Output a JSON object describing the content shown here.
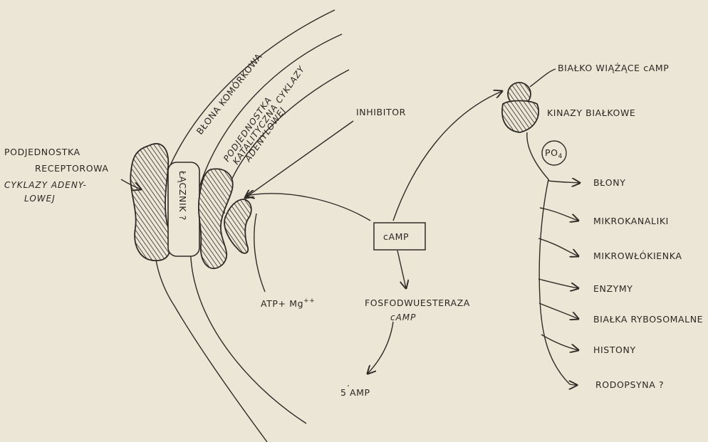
{
  "labels": {
    "cell_membrane": "BŁONA KOMÓRKOWA",
    "catalytic_subunit_1": "PODJEDNOSTKA",
    "catalytic_subunit_2": "KATALITYCZNA CYKLAZY",
    "catalytic_subunit_3": "ADENYLOWEJ",
    "receptor_subunit_1": "PODJEDNOSTKA",
    "receptor_subunit_2": "RECEPTOROWA",
    "adenylate_cyclase_1": "CYKLAZY ADENY-",
    "adenylate_cyclase_2": "LOWEJ",
    "linker": "ŁĄCZNIK ?",
    "inhibitor": "INHIBITOR",
    "atp_mg": "ATP+ Mg",
    "atp_mg_sup": "++",
    "camp": "cAMP",
    "phosphodiesterase_1": "FOSFODWUESTERAZA",
    "phosphodiesterase_2": "cAMP",
    "five_amp_prefix": "5",
    "five_amp": "AMP",
    "binding_protein": "BIAŁKO WIĄŻĄCE cAMP",
    "protein_kinases": "KINAZY BIAŁKOWE",
    "po4": "PO",
    "po4_sub": "4"
  },
  "targets": [
    "BŁONY",
    "MIKROKANALIKI",
    "MIKROWŁÓKIENKA",
    "ENZYMY",
    "BIAŁKA RYBOSOMALNE",
    "HISTONY",
    "RODOPSYNA ?"
  ],
  "colors": {
    "paper": "#ece6d6",
    "ink": "#2e2a26"
  }
}
